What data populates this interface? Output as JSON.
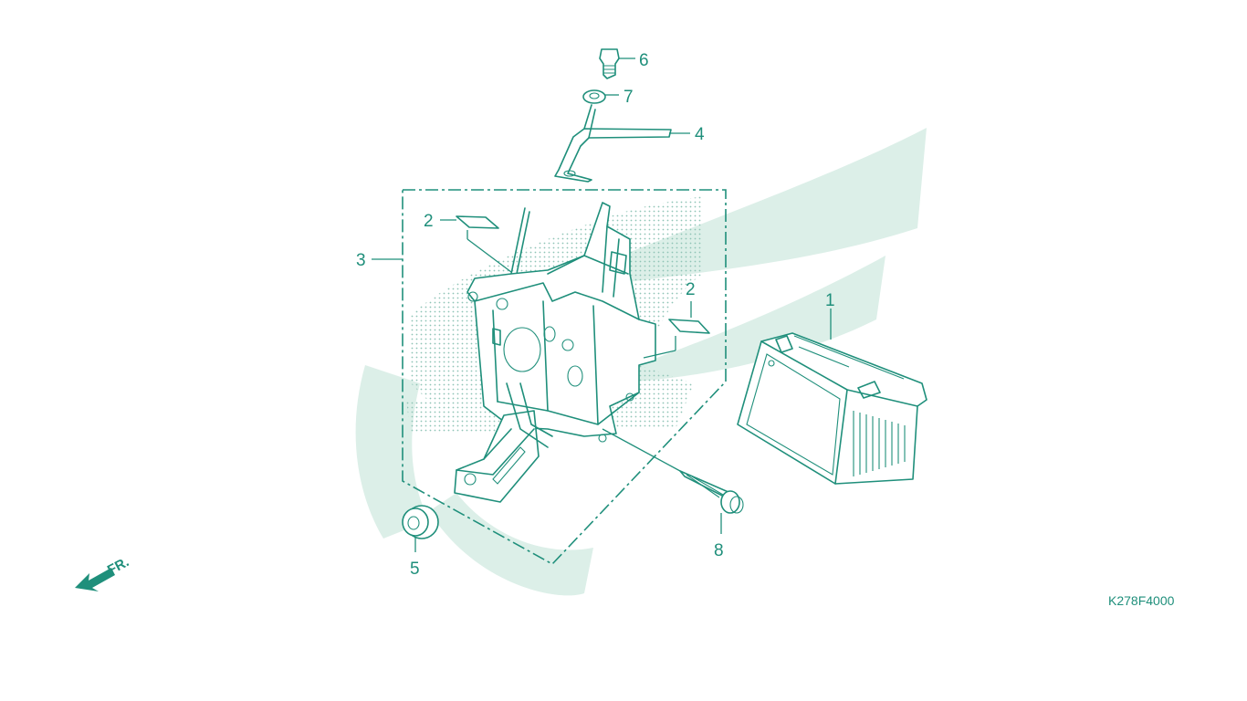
{
  "diagram_code": "K278F4000",
  "direction_label": "FR.",
  "colors": {
    "line": "#1f8f7b",
    "watermark": "#dcefe8",
    "background": "#ffffff"
  },
  "callouts": [
    {
      "id": "battery",
      "label": "1"
    },
    {
      "id": "strip-upper-left",
      "label": "2"
    },
    {
      "id": "strip-right",
      "label": "2"
    },
    {
      "id": "battery-box",
      "label": "3"
    },
    {
      "id": "stay",
      "label": "4"
    },
    {
      "id": "grommet",
      "label": "5"
    },
    {
      "id": "top-bolt",
      "label": "6"
    },
    {
      "id": "washer",
      "label": "7"
    },
    {
      "id": "flange-bolt",
      "label": "8"
    }
  ]
}
